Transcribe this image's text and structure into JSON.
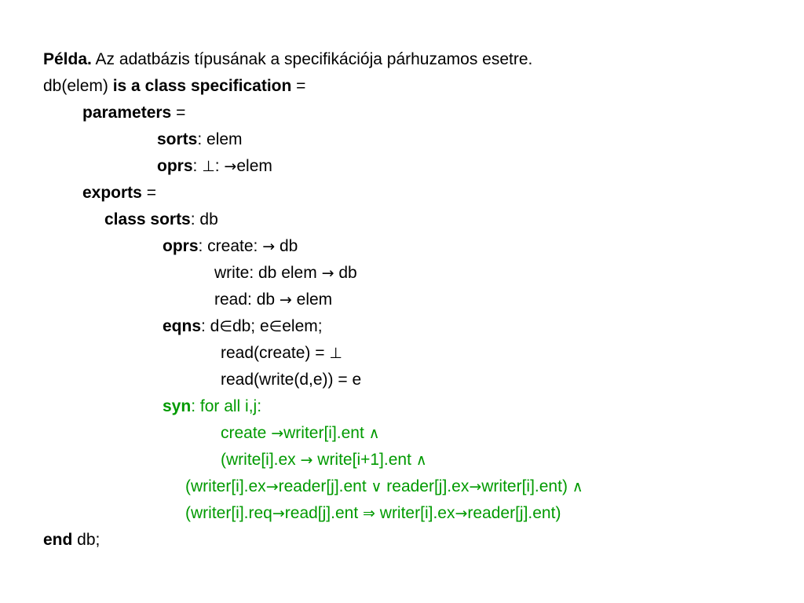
{
  "colors": {
    "text": "#000000",
    "syn": "#009a00",
    "background": "#ffffff"
  },
  "lines": {
    "l1": {
      "kw": "Példa.",
      "text": " Az adatbázis típusának a specifikációja párhuzamos esetre."
    },
    "l2": {
      "pre": "db(elem) ",
      "kw": "is a class specification",
      "post": " ="
    },
    "l3": {
      "kw": "parameters",
      "post": " ="
    },
    "l4": {
      "kw": "sorts",
      "post": ": elem"
    },
    "l5": {
      "kw": "oprs",
      "a": ": ",
      "bot": "⊥",
      "b": ": ",
      "arrow": "→",
      "c": "elem"
    },
    "l6": {
      "kw": "exports",
      "post": " ="
    },
    "l7": {
      "kw": "class sorts",
      "post": ": db"
    },
    "l8": {
      "kw": "oprs",
      "a": ": create: ",
      "arrow": "→",
      "b": " db"
    },
    "l9": {
      "a": "write: db elem ",
      "arrow": "→",
      "b": " db"
    },
    "l10": {
      "a": "read: db ",
      "arrow": "→",
      "b": " elem"
    },
    "l11": {
      "kw": "eqns",
      "a": ": d",
      "in1": "∈",
      "b": "db; e",
      "in2": "∈",
      "c": "elem;"
    },
    "l12": {
      "a": "read(create) = ",
      "bot": "⊥"
    },
    "l13": {
      "a": "read(write(d,e)) = e"
    },
    "l14": {
      "kw": "syn",
      "post": ": for all i,j:"
    },
    "l15": {
      "a": "create ",
      "arrow": "→",
      "b": "writer[i].ent ",
      "and": "∧"
    },
    "l16": {
      "a": "(write[i].ex ",
      "arrow": "→",
      "b": " write[i+1].ent ",
      "and": "∧"
    },
    "l17": {
      "a": "(writer[i].ex",
      "arrow1": "→",
      "b": "reader[j].ent ",
      "or": "∨",
      "c": " reader[j].ex",
      "arrow2": "→",
      "d": "writer[i].ent) ",
      "and": "∧"
    },
    "l18": {
      "a": "(writer[i].req",
      "arrow1": "→",
      "b": "read[j].ent ",
      "implies": "⇒",
      "c": " writer[i].ex",
      "arrow2": "→",
      "d": "reader[j].ent)"
    },
    "l19": {
      "kw": "end",
      "post": " db;"
    }
  }
}
